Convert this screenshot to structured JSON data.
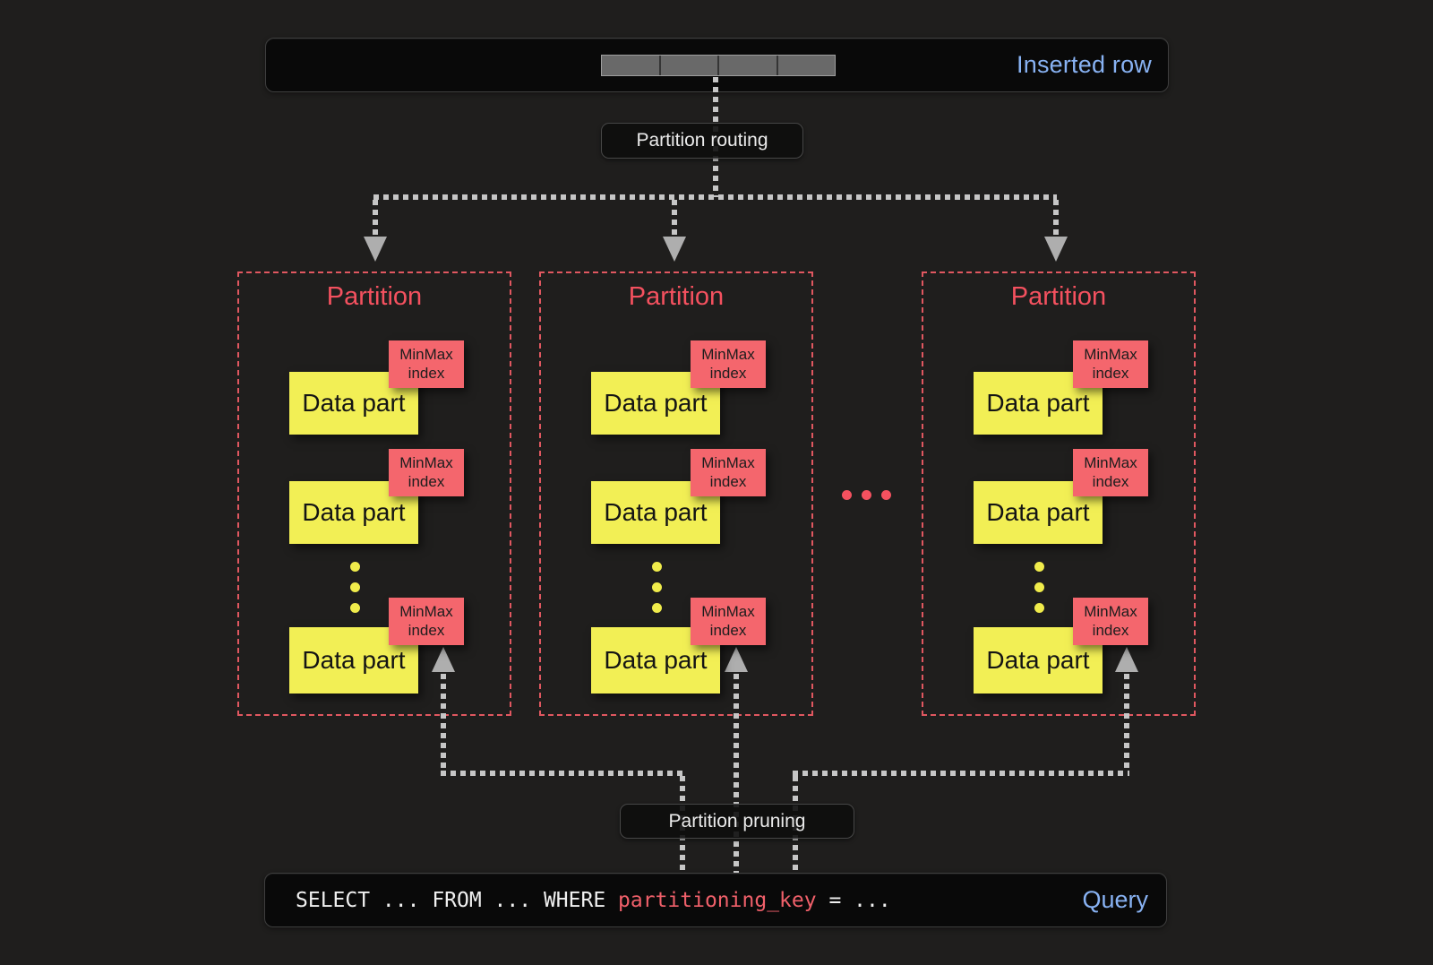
{
  "title_bar": {
    "label": "Inserted row",
    "cells": 4
  },
  "routing_badge": "Partition routing",
  "pruning_badge": "Partition pruning",
  "partitions": [
    {
      "title": "Partition",
      "parts": [
        {
          "label": "Data part",
          "index": "MinMax index"
        },
        {
          "label": "Data part",
          "index": "MinMax index"
        },
        {
          "label": "Data part",
          "index": "MinMax index"
        }
      ]
    },
    {
      "title": "Partition",
      "parts": [
        {
          "label": "Data part",
          "index": "MinMax index"
        },
        {
          "label": "Data part",
          "index": "MinMax index"
        },
        {
          "label": "Data part",
          "index": "MinMax index"
        }
      ]
    },
    {
      "title": "Partition",
      "parts": [
        {
          "label": "Data part",
          "index": "MinMax index"
        },
        {
          "label": "Data part",
          "index": "MinMax index"
        },
        {
          "label": "Data part",
          "index": "MinMax index"
        }
      ]
    }
  ],
  "query_bar": {
    "sql_prefix": "SELECT ... FROM ... WHERE ",
    "sql_key": "partitioning_key",
    "sql_suffix": " = ...",
    "label": "Query"
  },
  "colors": {
    "background": "#1f1e1d",
    "accent_blue": "#88b2f3",
    "accent_red": "#f4515f",
    "minmax_red": "#f4666d",
    "part_yellow": "#f2ef55",
    "connector_gray": "#c6c6c6"
  }
}
